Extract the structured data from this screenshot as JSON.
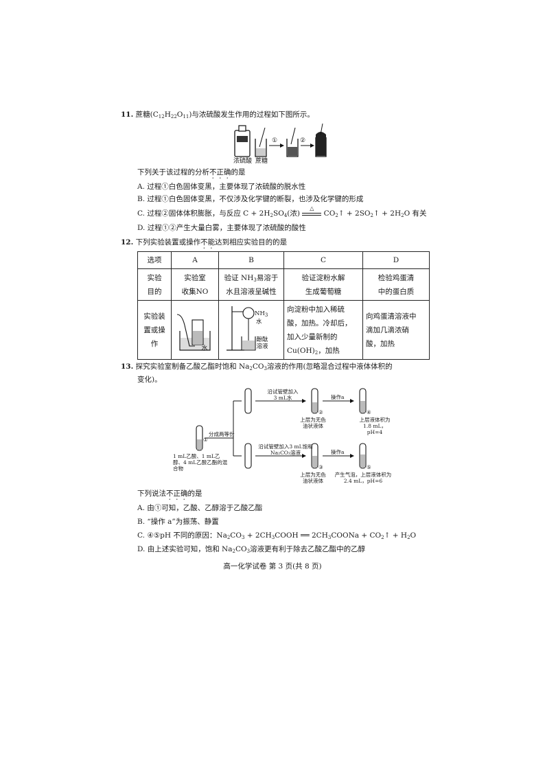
{
  "q11": {
    "num": "11.",
    "stem_a": "蔗糖(C",
    "sub1": "12",
    "stem_b": "H",
    "sub2": "22",
    "stem_c": "O",
    "sub3": "11",
    "stem_d": ")与浓硫酸发生作用的过程如下图所示。",
    "fig_labels": {
      "acid": "浓硫酸",
      "sugar": "蔗糖",
      "step1": "①",
      "step2": "②"
    },
    "question_a": "下列关于该过程的分析",
    "question_em": "不正确",
    "question_b": "的是",
    "options": {
      "A": "A. 过程①白色固体变黑，主要体现了浓硫酸的脱水性",
      "B": "B. 过程①白色固体变黑，不仅涉及化学键的断裂，也涉及化学键的形成",
      "C_a": "C. 过程②固体体积膨胀，与反应 C + 2H",
      "C_sub1": "2",
      "C_b": "SO",
      "C_sub2": "4",
      "C_c": "(浓)",
      "C_arrow": "△",
      "C_d": " CO",
      "C_sub3": "2",
      "C_e": "↑ + 2SO",
      "C_sub4": "2",
      "C_f": "↑ + 2H",
      "C_sub5": "2",
      "C_g": "O 有关",
      "D": "D. 过程①②产生大量白雾，主要体现了浓硫酸的酸性"
    }
  },
  "q12": {
    "num": "12.",
    "stem_a": "下列实验装置或操作",
    "stem_em": "不能",
    "stem_b": "达到相应实验目的的是",
    "header": [
      "选项",
      "A",
      "B",
      "C",
      "D"
    ],
    "row_purpose_label": "实验目的",
    "purpose": {
      "A": "实验室收集NO",
      "B_a": "验证 NH",
      "B_sub": "3",
      "B_b": "易溶于水且溶液呈碱性",
      "C": "验证淀粉水解生成葡萄糖",
      "D": "检验鸡蛋清中的蛋白质"
    },
    "row_op_label": "实验装置或操作",
    "op": {
      "A_label": "水",
      "B_nh3": "NH",
      "B_nh3_sub": "3",
      "B_water": "水",
      "B_phenol": "酚酞溶液",
      "C_a": "向淀粉中加入稀硫酸，加热。冷却后，加入少量新制的Cu(OH)",
      "C_sub": "2",
      "C_b": "，加热",
      "D": "向鸡蛋清溶液中滴加几滴浓硝酸，加热"
    }
  },
  "q13": {
    "num": "13.",
    "stem_a": "探究实验室制备乙酸乙酯时饱和 Na",
    "sub1": "2",
    "stem_b": "CO",
    "sub2": "3",
    "stem_c": "溶液的作用(忽略混合过程中液体体积的",
    "stem_d": "变化)。",
    "fig": {
      "start_label": "1 mL乙酸、1 mL乙醇、4 mL乙酸乙酯的混合物",
      "split": "分成两等份",
      "top_add": "沿试管壁加入3 mL水",
      "bottom_add": "沿试管壁加入3 mL饱和Na₂CO₃溶液",
      "op_a": "操作a",
      "t1": "①",
      "t2": "②",
      "t3": "③",
      "t4": "④",
      "t5": "⑤",
      "note2": "上层为无色油状液体",
      "note3": "上层为无色油状液体",
      "note4": "上层液体积为1.8 mL，pH=4",
      "note5": "产生气泡，上层液体积为2.4 mL，pH=6"
    },
    "question_a": "下列说法",
    "question_em": "不正确",
    "question_b": "的是",
    "options": {
      "A": "A. 由①可知，乙酸、乙醇溶于乙酸乙酯",
      "B": "B. “操作 a”为振荡、静置",
      "C_a": "C. ④⑤pH 不同的原因：Na",
      "C_s1": "2",
      "C_b": "CO",
      "C_s2": "3",
      "C_c": " + 2CH",
      "C_s3": "3",
      "C_d": "COOH ══ 2CH",
      "C_s4": "3",
      "C_e": "COONa + CO",
      "C_s5": "2",
      "C_f": "↑ + H",
      "C_s6": "2",
      "C_g": "O",
      "D_a": "D. 由上述实验可知，饱和 Na",
      "D_s1": "2",
      "D_b": "CO",
      "D_s2": "3",
      "D_c": "溶液更有利于除去乙酸乙酯中的乙醇"
    }
  },
  "footer": "高一化学试卷 第 3 页(共 8 页)"
}
